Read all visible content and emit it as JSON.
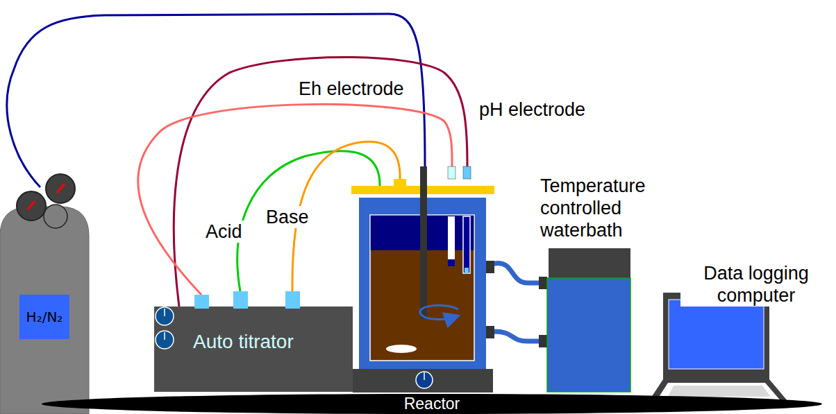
{
  "diagram": {
    "nodes": [
      {
        "text": [
          "H₂/N₂"
        ]
      },
      {
        "text": [
          "Auto titrator"
        ]
      },
      {
        "text": [
          "Reactor"
        ]
      }
    ],
    "labels": [
      "Eh electrode",
      "pH electrode",
      "Acid",
      "Base",
      "Temperature controlled waterbath",
      "Data logging computer"
    ]
  }
}
